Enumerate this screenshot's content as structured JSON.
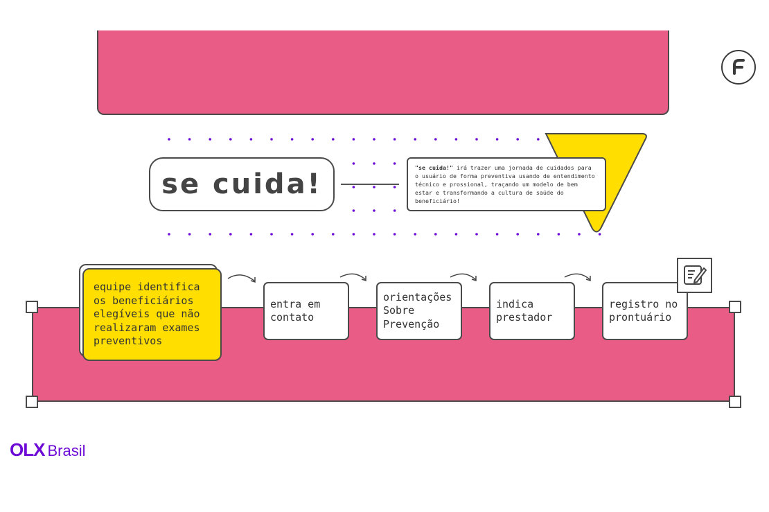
{
  "title": {
    "text": "se cuida!"
  },
  "description": {
    "bold": "\"se cuida!\"",
    "text": " irá trazer uma jornada de cuidados para o usuário de forma preventiva usando de entendimento técnico e prossional, traçando um modelo de bem estar e transformando a cultura de saúde do beneficiário!"
  },
  "steps": [
    {
      "label": "equipe identifica os beneficiários elegíveis que não realizaram exames preventivos"
    },
    {
      "label": "entra em contato"
    },
    {
      "label": "orientações Sobre Prevenção"
    },
    {
      "label": "indica prestador"
    },
    {
      "label": "registro no prontuário"
    }
  ],
  "logo": {
    "word": "OLX",
    "suffix": "Brasil"
  },
  "colors": {
    "pink": "#e85c85",
    "yellow": "#ffde00",
    "purple": "#6e0ad6",
    "outline": "#4a4a4a"
  },
  "icons": {
    "brand_mark": "f-logo-icon",
    "note": "edit-note-icon",
    "arrow": "curved-arrow-icon"
  }
}
